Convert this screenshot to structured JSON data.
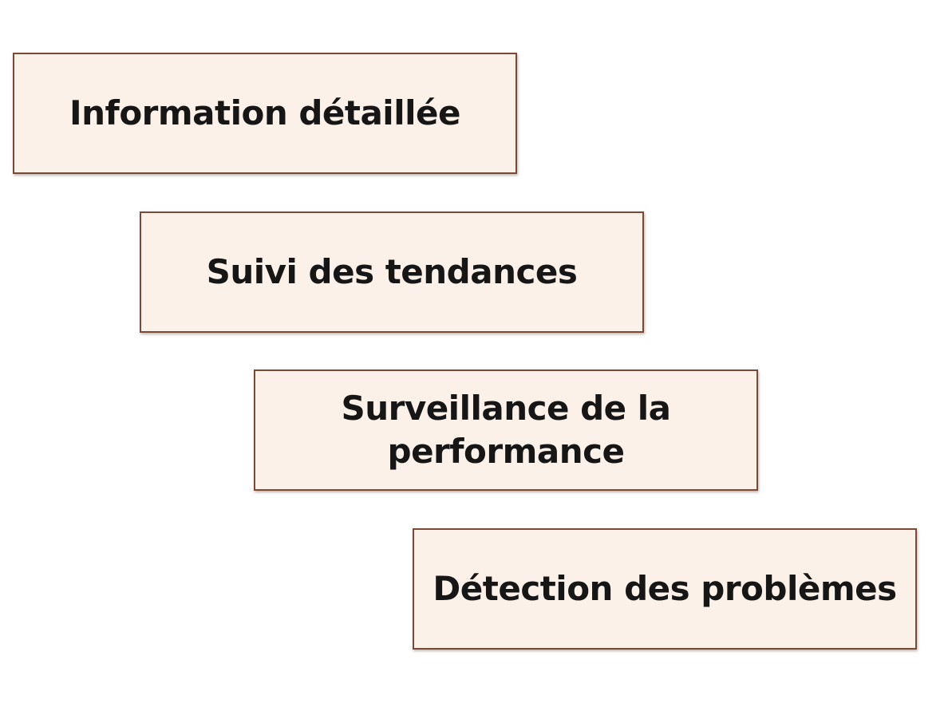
{
  "diagram": {
    "steps": [
      {
        "label": "Information détaillée"
      },
      {
        "label": "Suivi des tendances"
      },
      {
        "label": "Surveillance de la performance"
      },
      {
        "label": "Détection des problèmes"
      }
    ],
    "colors": {
      "box_fill": "#fbf1e8",
      "box_border": "#7a4a36",
      "text": "#161616",
      "background": "#ffffff"
    }
  }
}
